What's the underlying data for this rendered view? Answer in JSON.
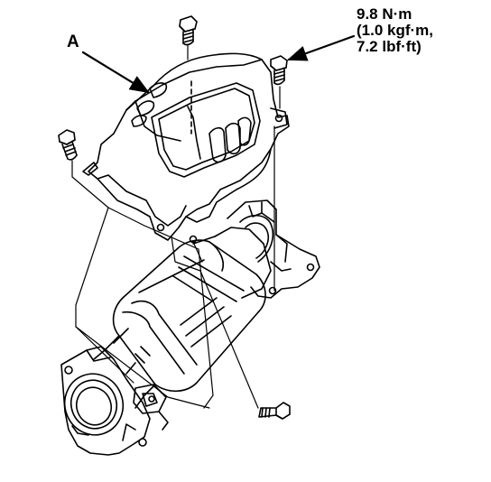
{
  "diagram": {
    "callouts": {
      "part_label": "A",
      "torque_lines": [
        "9.8 N·m",
        "(1.0 kgf·m,",
        "7.2 lbf·ft)"
      ]
    },
    "parts": [
      {
        "id": "heat-shield",
        "icon": "heat-shield-shape"
      },
      {
        "id": "catalytic-converter",
        "icon": "converter-shape"
      },
      {
        "id": "inlet-flange",
        "icon": "flange-shape"
      },
      {
        "id": "outlet-flange",
        "icon": "flange-shape"
      },
      {
        "id": "bolts",
        "icon": "bolt-icon"
      }
    ],
    "line_color": "#000000",
    "background": "#ffffff"
  }
}
